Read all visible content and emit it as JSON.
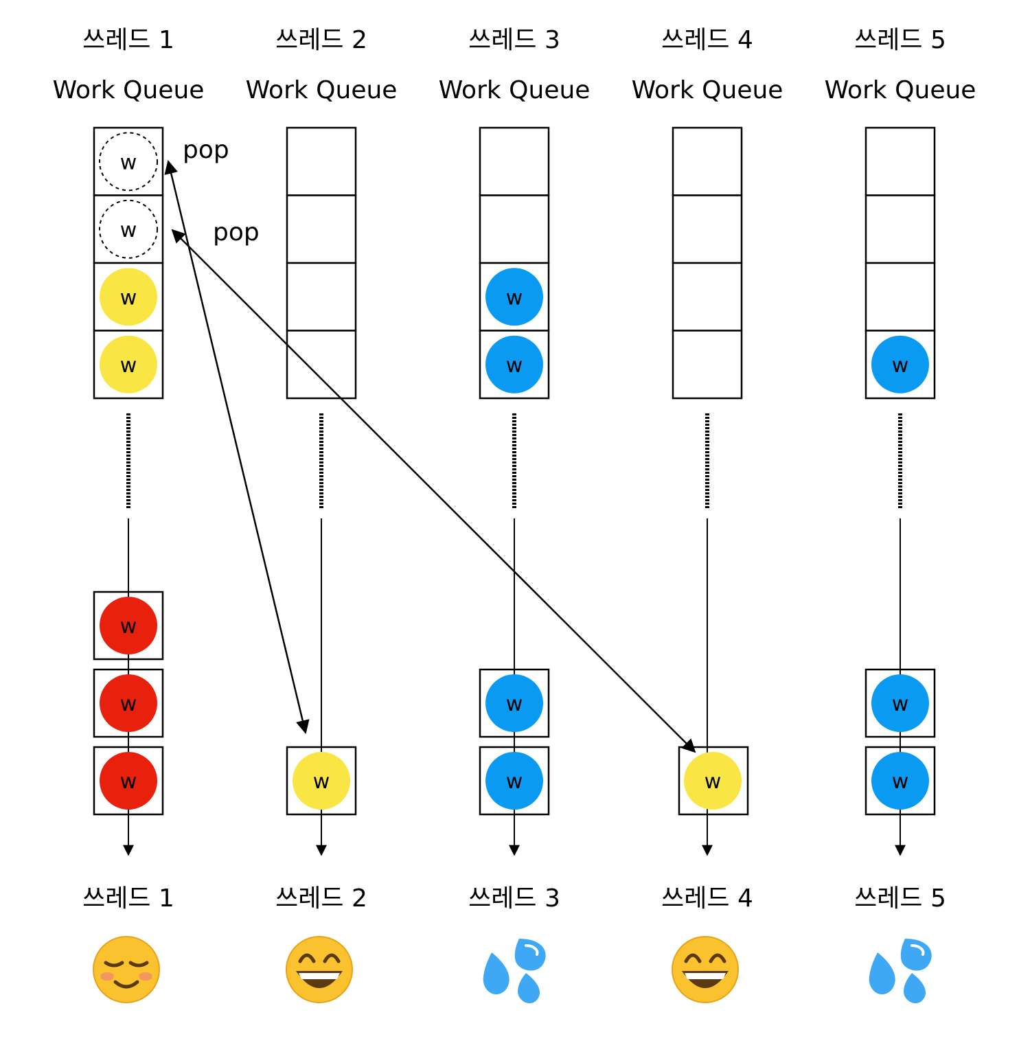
{
  "colors": {
    "yellow": "#F9E645",
    "blue": "#0A9AF2",
    "red": "#E8200E",
    "line": "#000000",
    "emoji_face": "#F9C22E",
    "emoji_drop": "#3FA8F4"
  },
  "threads": [
    {
      "top_title": "쓰레드 1",
      "queue_label": "Work Queue",
      "queue_slots": [
        "popped",
        "popped",
        "yellow",
        "yellow"
      ],
      "running": [
        "red",
        "red",
        "red"
      ],
      "bottom_title": "쓰레드 1",
      "status_icon": "smiling-blush-emoji-icon"
    },
    {
      "top_title": "쓰레드 2",
      "queue_label": "Work Queue",
      "queue_slots": [
        "empty",
        "empty",
        "empty",
        "empty"
      ],
      "running": [
        "yellow"
      ],
      "bottom_title": "쓰레드 2",
      "status_icon": "grinning-emoji-icon"
    },
    {
      "top_title": "쓰레드 3",
      "queue_label": "Work Queue",
      "queue_slots": [
        "empty",
        "empty",
        "blue",
        "blue"
      ],
      "running": [
        "blue",
        "blue"
      ],
      "bottom_title": "쓰레드 3",
      "status_icon": "sweat-droplets-emoji-icon"
    },
    {
      "top_title": "쓰레드 4",
      "queue_label": "Work Queue",
      "queue_slots": [
        "empty",
        "empty",
        "empty",
        "empty"
      ],
      "running": [
        "yellow"
      ],
      "bottom_title": "쓰레드 4",
      "status_icon": "grinning-emoji-icon"
    },
    {
      "top_title": "쓰레드 5",
      "queue_label": "Work Queue",
      "queue_slots": [
        "empty",
        "empty",
        "empty",
        "blue"
      ],
      "running": [
        "blue",
        "blue"
      ],
      "bottom_title": "쓰레드 5",
      "status_icon": "sweat-droplets-emoji-icon"
    }
  ],
  "work_label": "w",
  "pop_labels": [
    "pop",
    "pop"
  ]
}
